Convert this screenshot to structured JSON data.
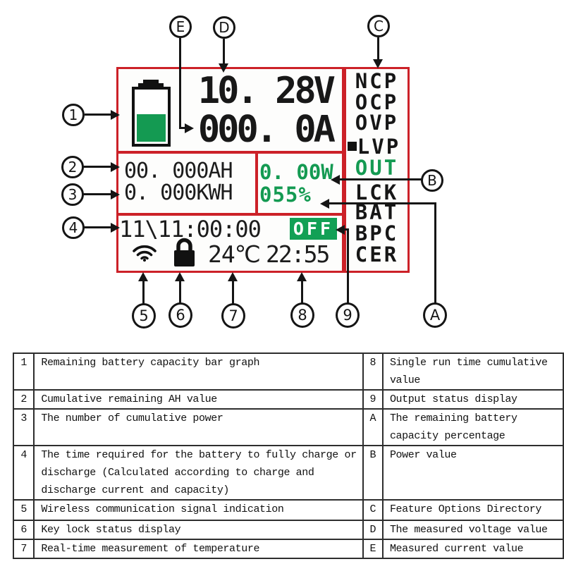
{
  "lcd": {
    "voltage": "10. 28V",
    "current": "000. 0A",
    "amp_hours": "00. 000AH",
    "energy": "0. 000KWH",
    "power": "0. 00W",
    "battery_percent": "055%",
    "charge_time": "11\\11:00:00",
    "output_status": "OFF",
    "temperature": "24℃",
    "clock": "22:55",
    "menu": {
      "ncp": "NCP",
      "ocp": "OCP",
      "ovp": "OVP",
      "lvp": "LVP",
      "out": "OUT",
      "lck": "LCK",
      "bat": "BAT",
      "bpc": "BPC",
      "cer": "CER"
    }
  },
  "callouts": {
    "c1": "1",
    "c2": "2",
    "c3": "3",
    "c4": "4",
    "c5": "5",
    "c6": "6",
    "c7": "7",
    "c8": "8",
    "c9": "9",
    "cA": "A",
    "cB": "B",
    "cC": "C",
    "cD": "D",
    "cE": "E"
  },
  "legend_table": {
    "rows": [
      {
        "left_key": "1",
        "left_desc": "Remaining battery capacity bar graph",
        "right_key": "8",
        "right_desc": "Single run time cumulative value"
      },
      {
        "left_key": "2",
        "left_desc": "Cumulative remaining AH value",
        "right_key": "9",
        "right_desc": "Output status display"
      },
      {
        "left_key": "3",
        "left_desc": "The number of cumulative power",
        "right_key": "A",
        "right_desc": "The remaining battery capacity percentage"
      },
      {
        "left_key": "4",
        "left_desc": "The time required for the battery to fully charge or discharge (Calculated according to charge and discharge current and capacity)",
        "right_key": "B",
        "right_desc": "Power value"
      },
      {
        "left_key": "5",
        "left_desc": "Wireless communication signal indication",
        "right_key": "C",
        "right_desc": "Feature Options Directory"
      },
      {
        "left_key": "6",
        "left_desc": "Key lock status display",
        "right_key": "D",
        "right_desc": "The measured voltage value"
      },
      {
        "left_key": "7",
        "left_desc": "Real-time measurement of temperature",
        "right_key": "E",
        "right_desc": "Measured current value"
      }
    ]
  },
  "colors": {
    "accent_red": "#cc2128",
    "lcd_green": "#149a52",
    "status_badge_green": "#12a055"
  }
}
